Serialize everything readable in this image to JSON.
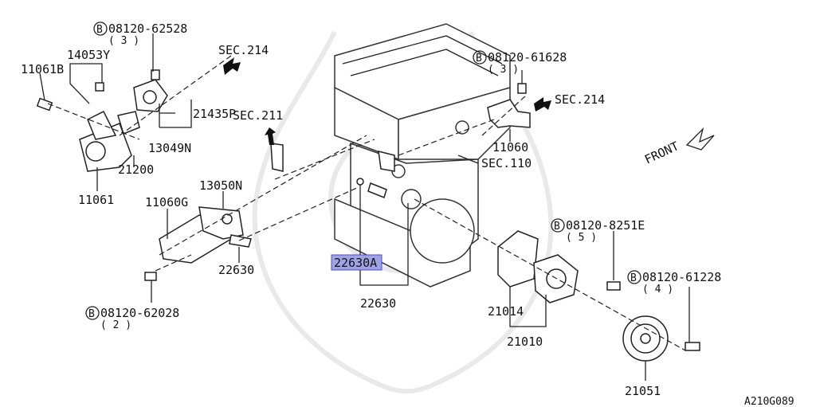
{
  "labels": {
    "p08120_62528": "08120-62528",
    "p08120_62528_qty": "( 3 )",
    "p14053Y": "14053Y",
    "p11061B": "11061B",
    "sec214_left": "SEC.214",
    "p21435P": "21435P",
    "p13049N": "13049N",
    "p21200": "21200",
    "p11061": "11061",
    "sec211": "SEC.211",
    "p13050N": "13050N",
    "p11060G": "11060G",
    "p22630_left": "22630",
    "p08120_62028": "08120-62028",
    "p08120_62028_qty": "( 2 )",
    "p22630A": "22630A",
    "p22630_center": "22630",
    "p08120_61628": "08120-61628",
    "p08120_61628_qty": "( 3 )",
    "sec214_right": "SEC.214",
    "p11060": "11060",
    "sec110": "SEC.110",
    "front": "FRONT",
    "p08120_8251E": "08120-8251E",
    "p08120_8251E_qty": "( 5 )",
    "p08120_61228": "08120-61228",
    "p08120_61228_qty": "( 4 )",
    "p21014": "21014",
    "p21010": "21010",
    "p21051": "21051",
    "diagram_id": "A210G089"
  },
  "bolt_marker": "B",
  "highlight_color": "#9fa3e6"
}
